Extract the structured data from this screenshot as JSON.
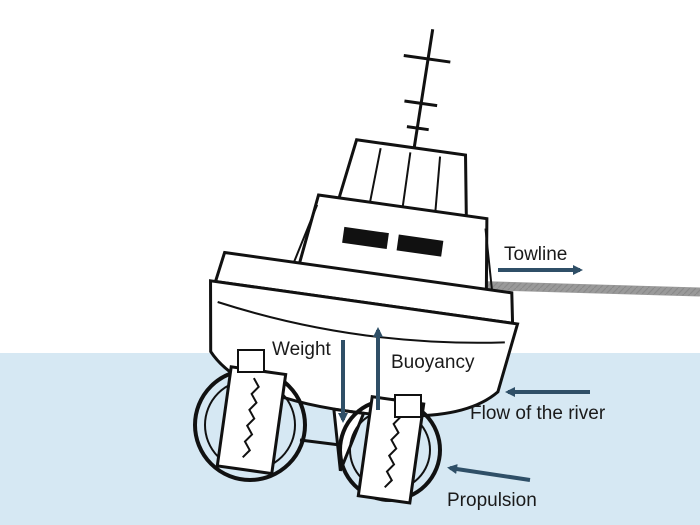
{
  "diagram": {
    "labels": {
      "towline": "Towline",
      "weight": "Weight",
      "buoyancy": "Buoyancy",
      "flow": "Flow of the river",
      "propulsion": "Propulsion"
    },
    "colors": {
      "water": "#d6e8f3",
      "arrow": "#2f4f67",
      "outline": "#111111",
      "hull": "#ffffff"
    }
  }
}
